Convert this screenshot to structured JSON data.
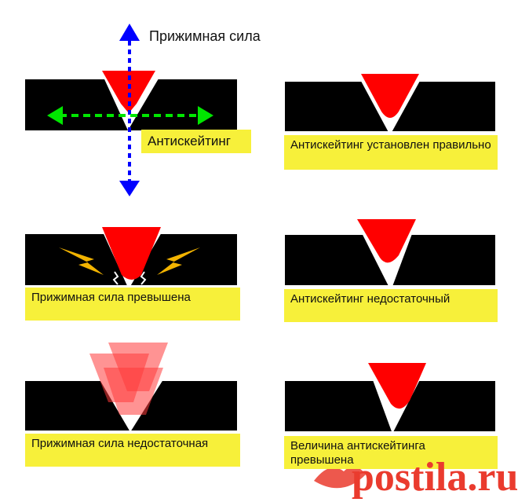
{
  "arrow_label": "Прижимная сила",
  "panels": {
    "p1": {
      "label": "Антискейтинг"
    },
    "p2": {
      "label": "Антискейтинг установлен правильно"
    },
    "p3": {
      "label": "Прижимная сила превышена"
    },
    "p4": {
      "label": "Антискейтинг недостаточный"
    },
    "p5": {
      "label": "Прижимная сила недостаточная"
    },
    "p6": {
      "label": "Величина антискейтинга превышена"
    }
  },
  "watermark": "postila.ru",
  "colors": {
    "groove": "#000000",
    "stylus": "#ff0000",
    "label_bg": "#f7f03a",
    "vertical_arrow": "#0000ff",
    "horizontal_arrow": "#00e600",
    "lightning": "#f2b300"
  },
  "icons": {
    "vertical_arrow": "double-headed-arrow-vertical",
    "horizontal_arrow": "double-headed-arrow-horizontal",
    "lightning": "lightning-bolt",
    "watermark_logo": "postila-logo"
  }
}
